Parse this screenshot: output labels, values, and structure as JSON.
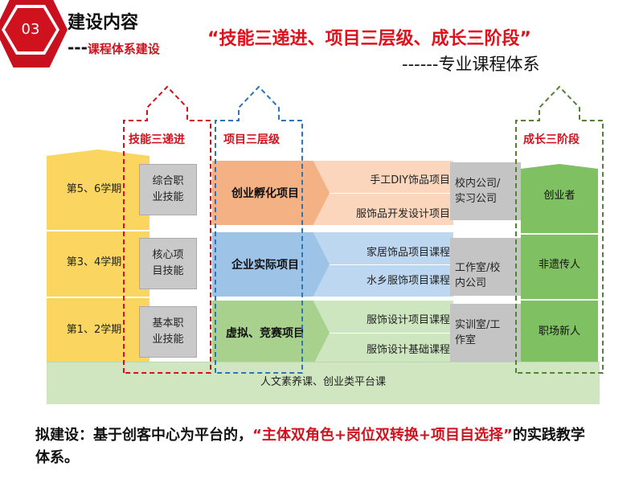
{
  "section": {
    "number": "03",
    "title": "建设内容",
    "subtitle_prefix": "---",
    "subtitle": "课程体系建设"
  },
  "headline": {
    "main": "“技能三递进、项目三层级、成长三阶段”",
    "sub": "------专业课程体系"
  },
  "labels": {
    "skills": "技能三递进",
    "projects": "项目三层级",
    "growth": "成长三阶段"
  },
  "semesters": [
    "第5、6学期",
    "第3、4学期",
    "第1、2学期"
  ],
  "abilities": [
    [
      "综合职",
      "业技能"
    ],
    [
      "核心项",
      "目技能"
    ],
    [
      "基本职",
      "业技能"
    ]
  ],
  "project_levels": [
    "创业孵化项目",
    "企业实际项目",
    "虚拟、竞赛项目"
  ],
  "courses": [
    [
      "手工DIY饰品项目",
      "服饰品开发设计项目"
    ],
    [
      "家居饰品项目课程",
      "水乡服饰项目课程"
    ],
    [
      "服饰设计项目课程",
      "服饰设计基础课程"
    ]
  ],
  "places": [
    [
      "校内公司/",
      "实习公司"
    ],
    [
      "工作室/校",
      "内公司"
    ],
    [
      "实训室/工",
      "作室"
    ]
  ],
  "roles": [
    "创业者",
    "非遗传人",
    "职场新人"
  ],
  "platform": "人文素养课、创业类平台课",
  "footer": {
    "prefix": "拟建设：基于创客中心为平台的，",
    "highlight": "“主体双角色+岗位双转换+项目自选择”",
    "suffix": "的实践教学体系。"
  },
  "colors": {
    "accent_red": "#d0121f",
    "yellow": "#fad560",
    "green": "#7ec062",
    "orange": "#f4b183",
    "blue": "#9dc3e6",
    "light_green": "#a9d18e",
    "gray": "#c9c9c9"
  }
}
